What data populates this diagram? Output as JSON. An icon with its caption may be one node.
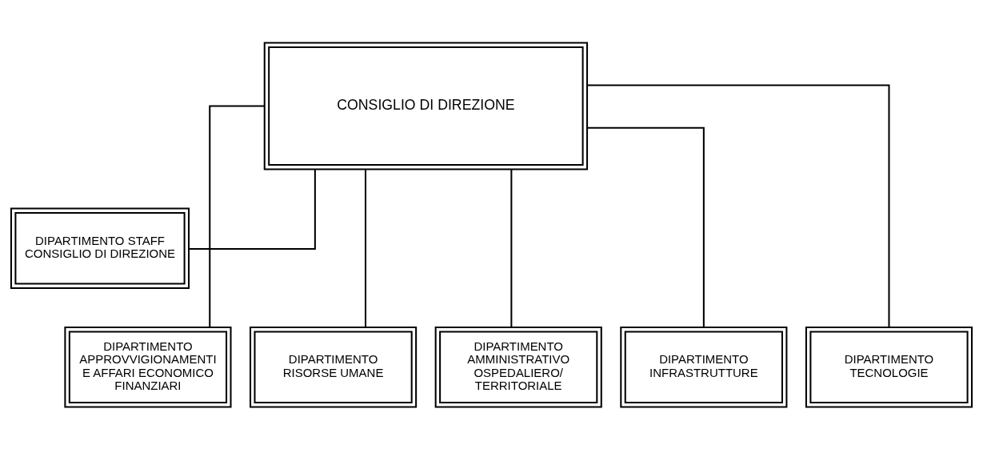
{
  "diagram": {
    "nodes": [
      {
        "text": [
          "CONSIGLIO DI DIREZIONE"
        ]
      },
      {
        "text": [
          "DIPARTIMENTO STAFF CONSIGLIO DI DIREZIONE"
        ]
      },
      {
        "text": [
          "DIPARTIMENTO APPROVVIGIONAMENTI E AFFARI ECONOMICO FINANZIARI"
        ]
      },
      {
        "text": [
          "DIPARTIMENTO RISORSE UMANE"
        ]
      },
      {
        "text": [
          "DIPARTIMENTO AMMINISTRATIVO OSPEDALIERO/ TERRITORIALE"
        ]
      },
      {
        "text": [
          "DIPARTIMENTO INFRASTRUTTURE"
        ]
      },
      {
        "text": [
          "DIPARTIMENTO TECNOLOGIE"
        ]
      }
    ],
    "edges": [
      {
        "from": 0,
        "to": 1,
        "arrow": "none"
      },
      {
        "from": 0,
        "to": 2,
        "arrow": "none"
      },
      {
        "from": 0,
        "to": 3,
        "arrow": "none"
      },
      {
        "from": 0,
        "to": 4,
        "arrow": "none"
      },
      {
        "from": 0,
        "to": 5,
        "arrow": "none"
      },
      {
        "from": 0,
        "to": 6,
        "arrow": "none"
      }
    ]
  }
}
